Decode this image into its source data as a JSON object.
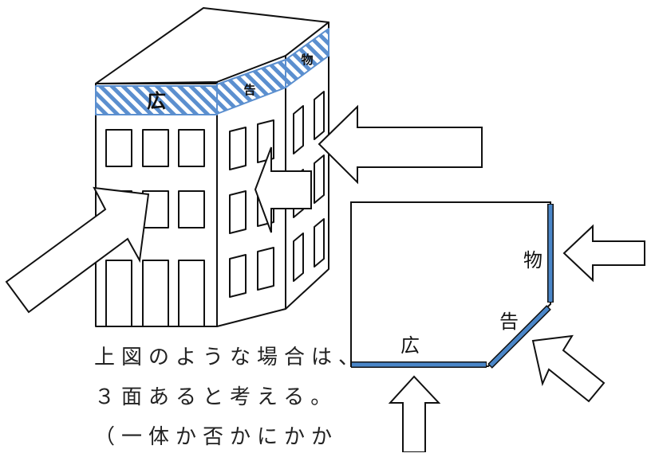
{
  "colors": {
    "line": "#111111",
    "accent_blue": "#5b8fcf",
    "stripe_light": "#c9dcf3",
    "wall_blue": "#4a86c8"
  },
  "building": {
    "sign_front": "広",
    "sign_middle": "告",
    "sign_side": "物"
  },
  "plan": {
    "label_front": "広",
    "label_corner": "告",
    "label_side": "物"
  },
  "caption": {
    "line1": "上図のような場合は、",
    "line2": "３面あると考える。",
    "line3": "（一体か否かにかか"
  },
  "icons": [
    "arrow-right-to-left",
    "arrow-up",
    "arrow-diagonal"
  ]
}
